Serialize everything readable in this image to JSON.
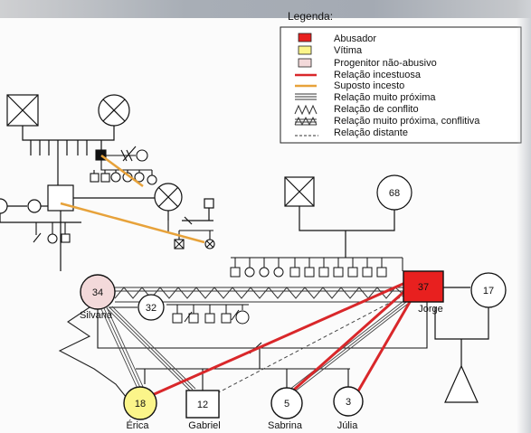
{
  "legend": {
    "title": "Legenda:",
    "items": [
      {
        "key": "abusador",
        "label": "Abusador",
        "symbol": "box",
        "color": "#e8201f"
      },
      {
        "key": "vitima",
        "label": "Vítima",
        "symbol": "box",
        "color": "#fbf58a"
      },
      {
        "key": "progenitor",
        "label": "Progenitor não-abusivo",
        "symbol": "box",
        "color": "#f3d9da"
      },
      {
        "key": "incestuosa",
        "label": "Relação incestuosa",
        "symbol": "line",
        "color": "#d9272a"
      },
      {
        "key": "suposto",
        "label": "Suposto incesto",
        "symbol": "line",
        "color": "#e7a23a"
      },
      {
        "key": "proxima",
        "label": "Relação muito próxima",
        "symbol": "triple"
      },
      {
        "key": "conflito",
        "label": "Relação de conflito",
        "symbol": "zigzag"
      },
      {
        "key": "proxima_conflitiva",
        "label": "Relação muito próxima, conflitiva",
        "symbol": "zigzag-triple"
      },
      {
        "key": "distante",
        "label": "Relação distante",
        "symbol": "dashed"
      }
    ]
  },
  "people": {
    "silvana": {
      "age": "34",
      "name": "Silvana"
    },
    "jorge": {
      "age": "37",
      "name": "Jorge"
    },
    "erica": {
      "age": "18",
      "name": "Érica"
    },
    "gabriel": {
      "age": "12",
      "name": "Gabriel"
    },
    "sabrina": {
      "age": "5",
      "name": "Sabrina"
    },
    "julia": {
      "age": "3",
      "name": "Júlia"
    },
    "person68": {
      "age": "68"
    },
    "person17": {
      "age": "17"
    },
    "person32": {
      "age": "32"
    }
  },
  "colors": {
    "abuser": "#e8201f",
    "victim": "#fbf58a",
    "nonabusive": "#f3d9da",
    "incest_line": "#d9272a",
    "suspected_line": "#e7a23a"
  }
}
